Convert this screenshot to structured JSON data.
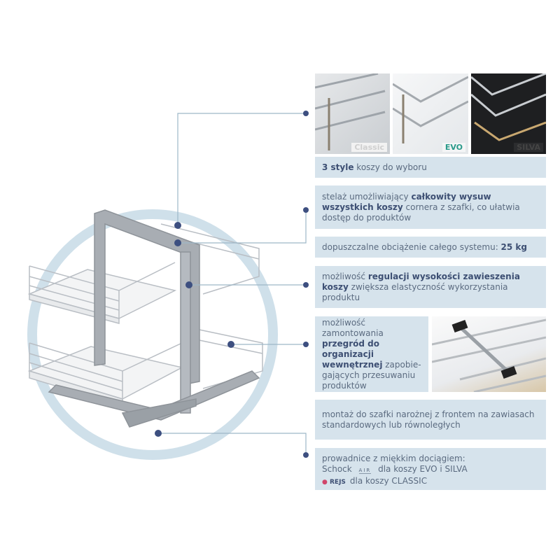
{
  "styles": {
    "options": [
      {
        "label": "Classic",
        "color": "#cfcfcf"
      },
      {
        "label": "EVO",
        "color": "#2a9a8a"
      },
      {
        "label": "SILVA",
        "color": "#444444"
      }
    ]
  },
  "features": [
    {
      "pre": "",
      "bold": "3 style",
      "post": " koszy do wyboru"
    },
    {
      "pre": "stelaż umożliwiający ",
      "bold": "całkowity wysuw wszystkich koszy",
      "post": " cornera z szafki, co ułatwia dostęp do produktów"
    },
    {
      "pre": "dopuszczalne obciążenie całego systemu: ",
      "bold": "25 kg",
      "post": ""
    },
    {
      "pre": "możliwość ",
      "bold": "regulacji wysokości zawieszenia koszy",
      "post": " zwiększa elastyczność wykorzystania produktu"
    },
    {
      "pre": "możliwość zamontowania ",
      "bold": "przegród do organizacji wewnętrznej",
      "post": " zapobie-gających przesuwaniu produktów"
    },
    {
      "pre": "montaż do szafki narożnej z frontem na zawiasach standardowych lub równoległych",
      "bold": "",
      "post": ""
    }
  ],
  "slides": {
    "line1": "prowadnice z miękkim dociągiem:",
    "line2_pre": "Schock",
    "air_logo": "AIR",
    "line2_post": "dla koszy EVO i SILVA",
    "rejs_logo": "REJS",
    "line3_post": "dla koszy CLASSIC"
  },
  "colors": {
    "accent": "#3d4f80",
    "box": "#d6e3ec",
    "ring": "#c9dce8"
  }
}
